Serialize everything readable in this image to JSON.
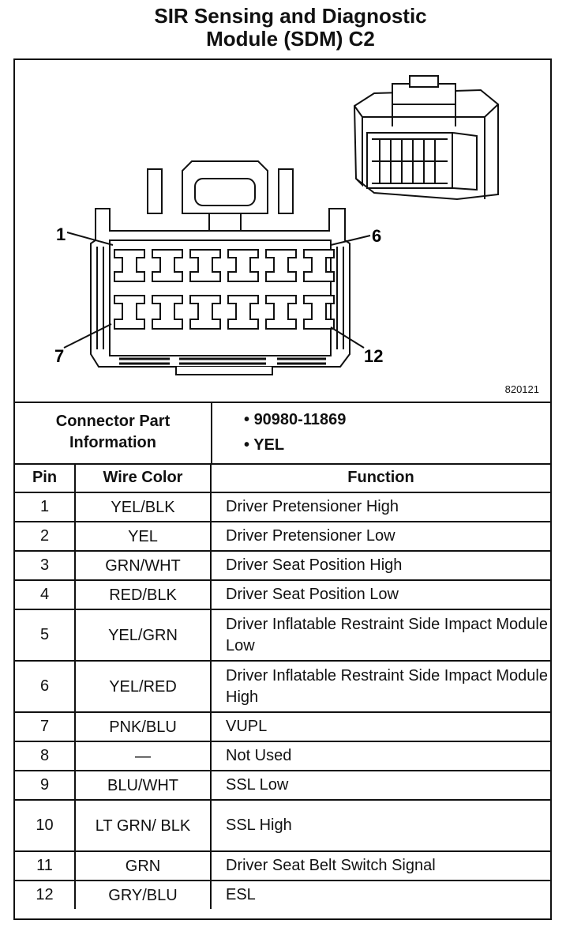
{
  "title_line1": "SIR Sensing and Diagnostic",
  "title_line2": "Module (SDM) C2",
  "figure": {
    "pin_label_1": "1",
    "pin_label_6": "6",
    "pin_label_7": "7",
    "pin_label_12": "12",
    "code": "820121"
  },
  "part_info": {
    "label": "Connector Part Information",
    "items": [
      "90980-11869",
      "YEL"
    ]
  },
  "table": {
    "headers": [
      "Pin",
      "Wire Color",
      "Function"
    ],
    "rows": [
      {
        "pin": "1",
        "color": "YEL/BLK",
        "function": "Driver Pretensioner High"
      },
      {
        "pin": "2",
        "color": "YEL",
        "function": "Driver Pretensioner Low"
      },
      {
        "pin": "3",
        "color": "GRN/WHT",
        "function": "Driver Seat Position High"
      },
      {
        "pin": "4",
        "color": "RED/BLK",
        "function": "Driver Seat Position Low"
      },
      {
        "pin": "5",
        "color": "YEL/GRN",
        "function": "Driver Inflatable Restraint Side Impact Module Low"
      },
      {
        "pin": "6",
        "color": "YEL/RED",
        "function": "Driver Inflatable Restraint Side Impact Module High"
      },
      {
        "pin": "7",
        "color": "PNK/BLU",
        "function": "VUPL"
      },
      {
        "pin": "8",
        "color": "—",
        "function": "Not Used"
      },
      {
        "pin": "9",
        "color": "BLU/WHT",
        "function": "SSL Low"
      },
      {
        "pin": "10",
        "color": "LT GRN/ BLK",
        "function": "SSL High"
      },
      {
        "pin": "11",
        "color": "GRN",
        "function": "Driver Seat Belt Switch Signal"
      },
      {
        "pin": "12",
        "color": "GRY/BLU",
        "function": "ESL"
      }
    ]
  }
}
